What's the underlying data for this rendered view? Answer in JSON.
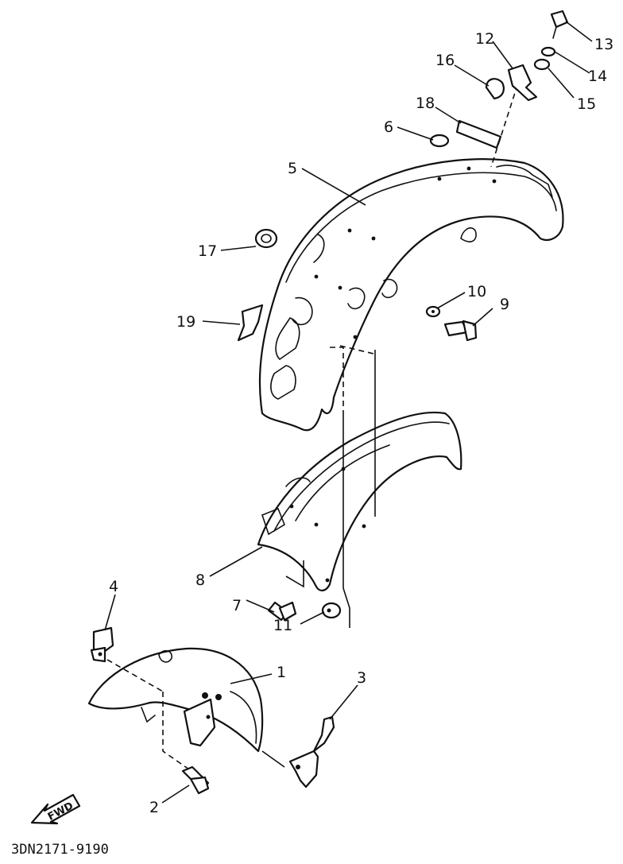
{
  "diagram": {
    "callouts": [
      {
        "id": "1",
        "label": "1"
      },
      {
        "id": "2",
        "label": "2"
      },
      {
        "id": "3",
        "label": "3"
      },
      {
        "id": "4",
        "label": "4"
      },
      {
        "id": "5",
        "label": "5"
      },
      {
        "id": "6",
        "label": "6"
      },
      {
        "id": "7",
        "label": "7"
      },
      {
        "id": "8",
        "label": "8"
      },
      {
        "id": "9",
        "label": "9"
      },
      {
        "id": "10",
        "label": "10"
      },
      {
        "id": "11",
        "label": "11"
      },
      {
        "id": "12",
        "label": "12"
      },
      {
        "id": "13",
        "label": "13"
      },
      {
        "id": "14",
        "label": "14"
      },
      {
        "id": "15",
        "label": "15"
      },
      {
        "id": "16",
        "label": "16"
      },
      {
        "id": "17",
        "label": "17"
      },
      {
        "id": "18",
        "label": "18"
      },
      {
        "id": "19",
        "label": "19"
      }
    ],
    "direction_arrow": {
      "label": "FWD"
    },
    "drawing_code": "3DN2171-9190"
  }
}
